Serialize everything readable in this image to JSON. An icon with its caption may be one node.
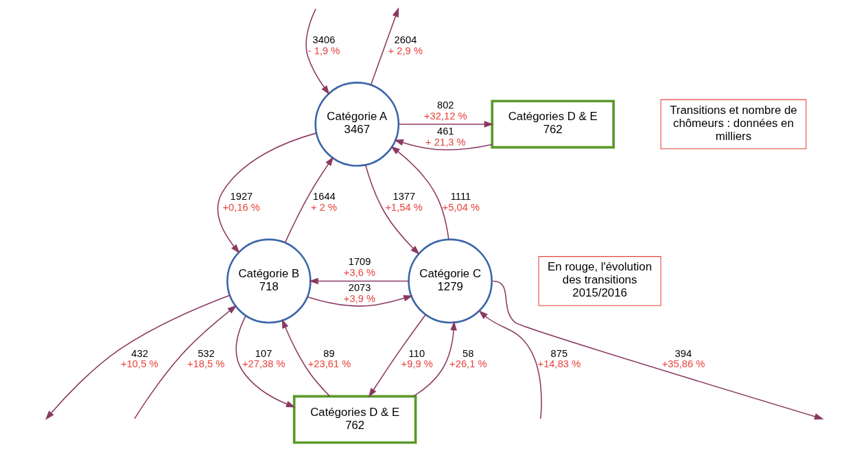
{
  "diagram": {
    "nodes": [
      {
        "text": [
          "Catégorie A",
          "3467"
        ]
      },
      {
        "text": [
          "Catégories D & E",
          "762"
        ]
      },
      {
        "text": [
          "Transitions et nombre de chômeurs : données en milliers"
        ]
      },
      {
        "text": [
          "Catégorie B",
          "718"
        ]
      },
      {
        "text": [
          "Catégorie C",
          "1279"
        ]
      },
      {
        "text": [
          "En rouge, l'évolution des transitions 2015/2016"
        ]
      },
      {
        "text": [
          "Catégories D & E",
          "762"
        ]
      }
    ],
    "edges": [
      {
        "from": null,
        "to": 0,
        "arrow": "to",
        "label": "3406 - 1,9 %"
      },
      {
        "from": 0,
        "to": null,
        "arrow": "to",
        "label": "2604 + 2,9 %"
      },
      {
        "from": 1,
        "to": 0,
        "arrow": "to",
        "label": "461 + 21,3 %"
      },
      {
        "from": 0,
        "to": 1,
        "arrow": "to",
        "label": "802 +32,12 %"
      },
      {
        "from": 0,
        "to": 3,
        "arrow": "to",
        "label": "1927 +0,16 %"
      },
      {
        "from": 3,
        "to": 0,
        "arrow": "to",
        "label": "1644 + 2 %"
      },
      {
        "from": 4,
        "to": 0,
        "arrow": "to",
        "label": "1111 +5,04 %"
      },
      {
        "from": 0,
        "to": 4,
        "arrow": "to",
        "label": "1377 +1,54 %"
      },
      {
        "from": 4,
        "to": 3,
        "arrow": "to",
        "label": "1709 +3,6 %"
      },
      {
        "from": 3,
        "to": 4,
        "arrow": "to",
        "label": "2073 +3,9 %"
      },
      {
        "from": 3,
        "to": null,
        "arrow": "to",
        "label": "432 +10,5 %"
      },
      {
        "from": null,
        "to": 3,
        "arrow": "to",
        "label": "532 +18,5 %"
      },
      {
        "from": 6,
        "to": 3,
        "arrow": "to",
        "label": "89 +23,61 %"
      },
      {
        "from": 3,
        "to": 6,
        "arrow": "to",
        "label": "107 +27,38 %"
      },
      {
        "from": 4,
        "to": 6,
        "arrow": "to",
        "label": "110 +9,9 %"
      },
      {
        "from": 6,
        "to": 4,
        "arrow": "to",
        "label": "58 +26,1 %"
      },
      {
        "from": 4,
        "to": null,
        "arrow": "to",
        "label": "394 +35,86 %"
      },
      {
        "from": null,
        "to": 4,
        "arrow": "to",
        "label": "875 +14,83 %"
      }
    ]
  }
}
